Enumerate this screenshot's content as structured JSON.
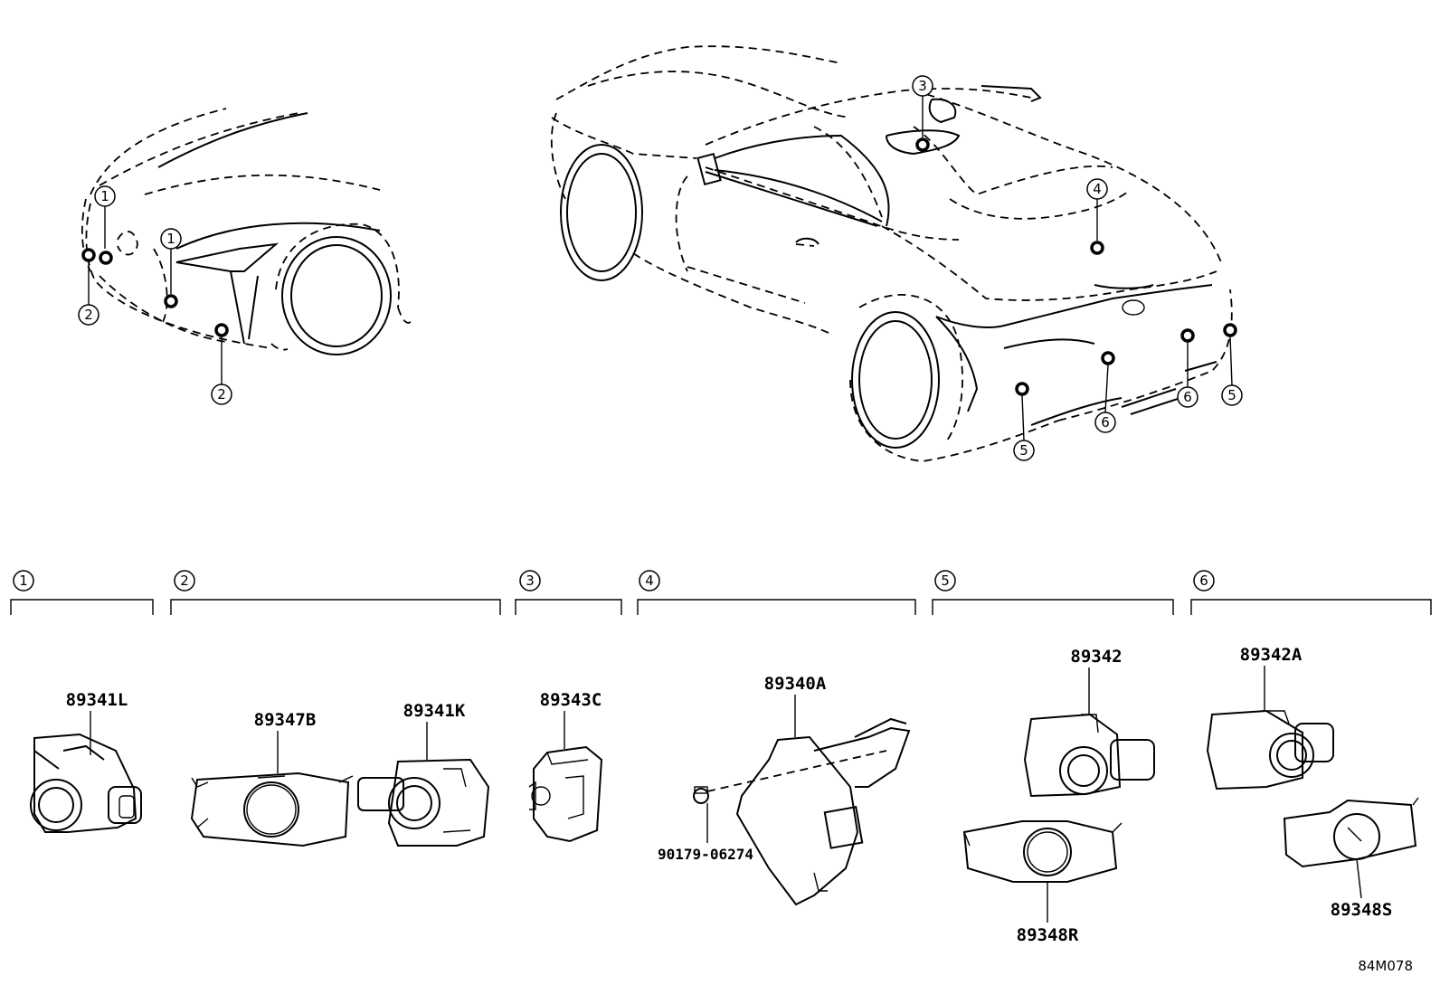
{
  "sections": [
    {
      "num": "1",
      "parts": [
        "89341L"
      ]
    },
    {
      "num": "2",
      "parts": [
        "89347B",
        "89341K"
      ]
    },
    {
      "num": "3",
      "parts": [
        "89343C"
      ]
    },
    {
      "num": "4",
      "parts": [
        "89340A",
        "90179-06274"
      ]
    },
    {
      "num": "5",
      "parts": [
        "89342",
        "89348R"
      ]
    },
    {
      "num": "6",
      "parts": [
        "89342A",
        "89348S"
      ]
    }
  ],
  "callouts": [
    "1",
    "1",
    "2",
    "2",
    "3",
    "4",
    "5",
    "5",
    "6",
    "6"
  ],
  "diagram_code": "84M078"
}
